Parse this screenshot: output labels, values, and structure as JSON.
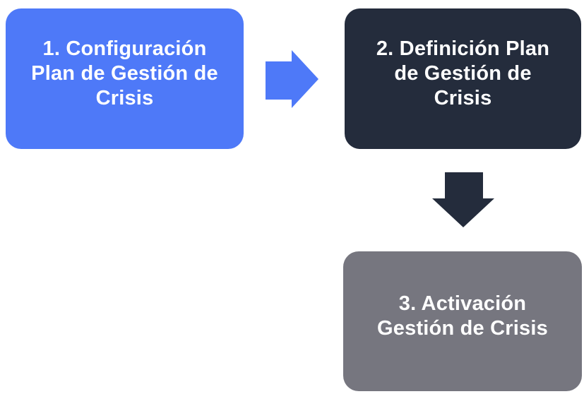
{
  "page": {
    "background": "#ffffff"
  },
  "diagram": {
    "type": "flowchart",
    "steps": [
      {
        "id": "step-1",
        "label": "1. Configuración Plan de Gestión de Crisis",
        "lines": [
          "1. Configuración",
          "Plan de Gestión de",
          "Crisis"
        ],
        "color": "#4e79f8",
        "text_color": "#ffffff"
      },
      {
        "id": "step-2",
        "label": "2. Definición Plan de Gestión de Crisis",
        "lines": [
          "2. Definición Plan",
          "de Gestión de",
          "Crisis"
        ],
        "color": "#242c3c",
        "text_color": "#ffffff"
      },
      {
        "id": "step-3",
        "label": "3. Activación Gestión de Crisis",
        "lines": [
          "3. Activación",
          "Gestión de Crisis",
          ""
        ],
        "color": "#76767f",
        "text_color": "#ffffff"
      }
    ],
    "arrows": [
      {
        "id": "arrow-step1-to-step2",
        "direction": "right",
        "color": "#4e79f8"
      },
      {
        "id": "arrow-step2-to-step3",
        "direction": "down",
        "color": "#242c3c"
      }
    ]
  }
}
